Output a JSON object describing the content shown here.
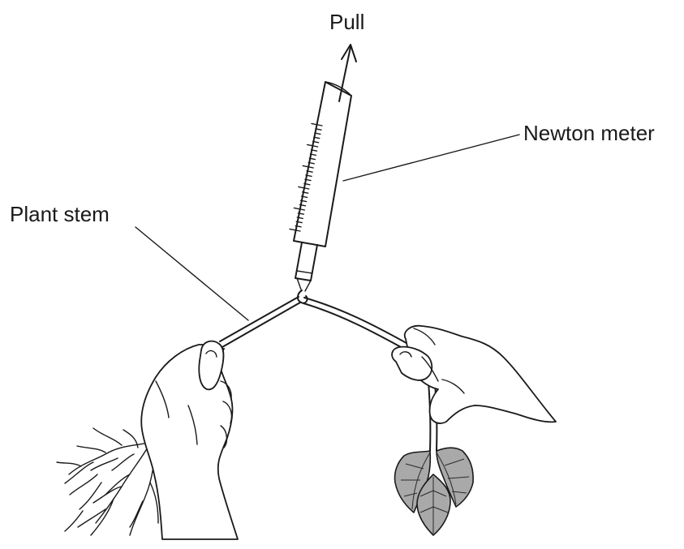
{
  "labels": {
    "pull": "Pull",
    "newton_meter": "Newton meter",
    "plant_stem": "Plant stem"
  },
  "icons": {
    "pull_arrow": "arrow-up-icon"
  }
}
